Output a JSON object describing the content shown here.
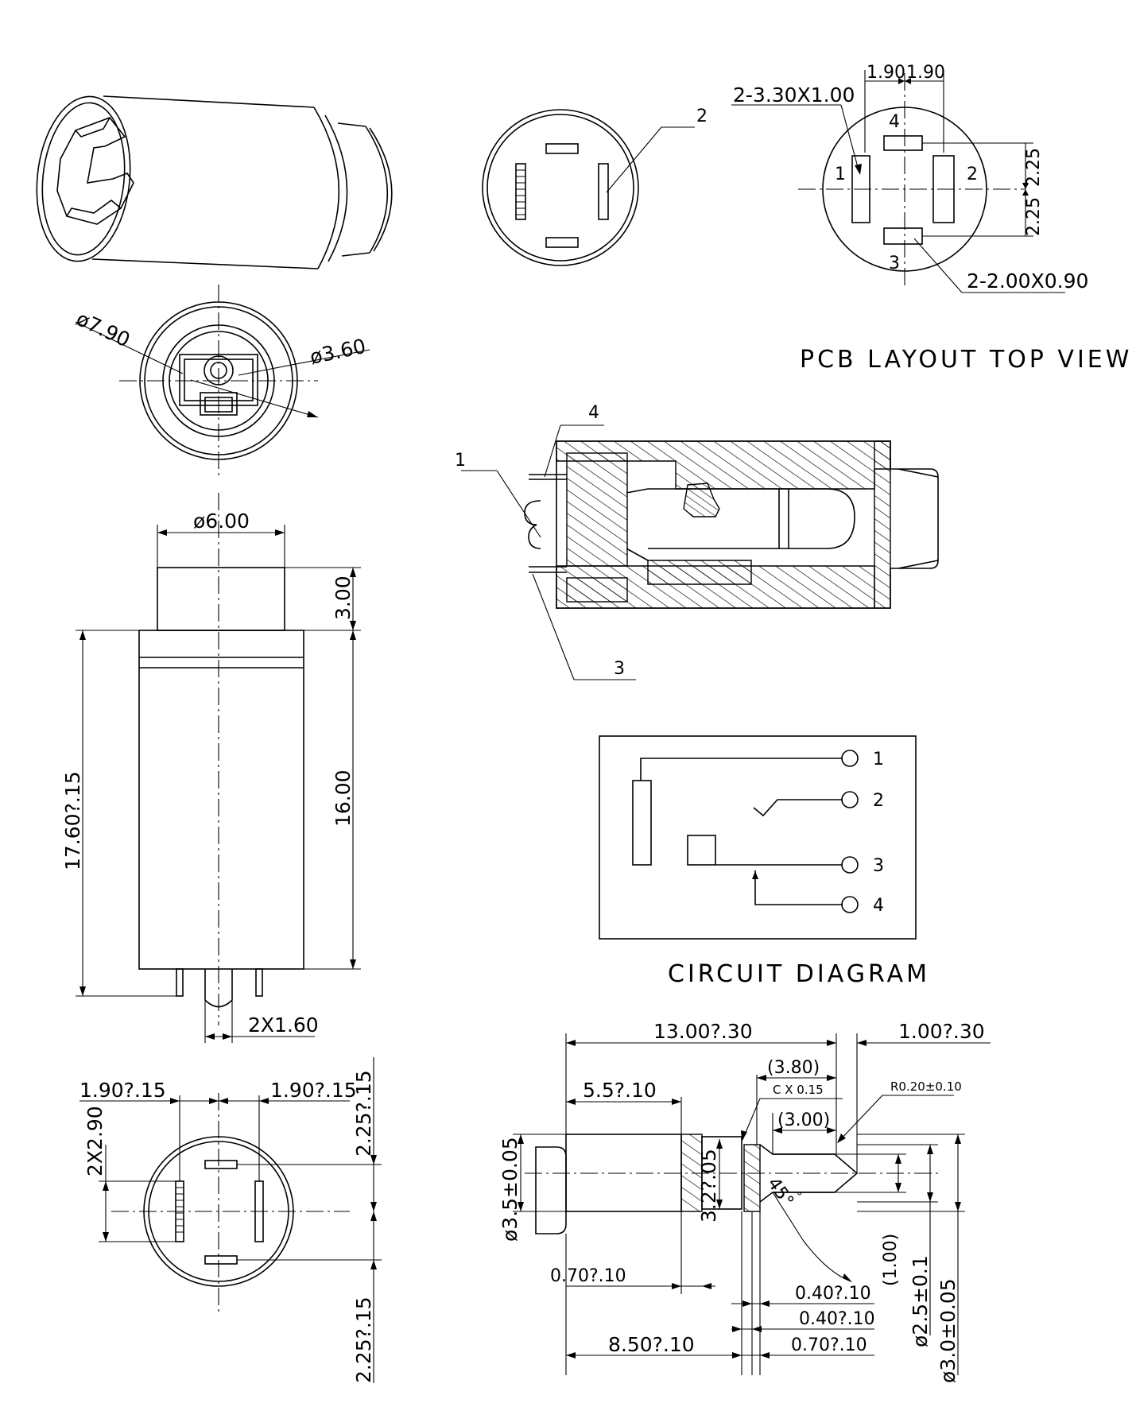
{
  "views": {
    "pcb_layout_title": "PCB LAYOUT TOP VIEW",
    "circuit_title": "CIRCUIT DIAGRAM"
  },
  "pcb_layout": {
    "top_dims": [
      "1.90",
      "1.90"
    ],
    "side_dims": [
      "2.25",
      "2.25"
    ],
    "pad_large": "2-3.30X1.00",
    "pad_small": "2-2.00X0.90",
    "pin_labels": [
      "1",
      "2",
      "3",
      "4"
    ]
  },
  "front_view": {
    "callout": "2"
  },
  "end_view": {
    "outer_dia": "ø7.90",
    "inner_dia": "ø3.60"
  },
  "side_view": {
    "head_dia": "ø6.00",
    "head_len": "3.00",
    "body_len": "16.00",
    "total_len": "17.60?.15",
    "pin_pitch": "2X1.60"
  },
  "bottom_view": {
    "dim_left": "1.90?.15",
    "dim_right": "1.90?.15",
    "dim_vert": "2X2.90",
    "dim_top": "2.25?.15",
    "dim_bottom": "2.25?.15"
  },
  "section_view": {
    "callouts": [
      "4",
      "1",
      "3"
    ]
  },
  "circuit": {
    "pins": [
      "1",
      "2",
      "3",
      "4"
    ]
  },
  "plug_view": {
    "len_total": "13.00?.30",
    "len_tip": "1.00?.30",
    "dim_380": "(3.80)",
    "dim_300": "(3.00)",
    "chamfer": "C X 0.15",
    "radius": "R0.20±0.10",
    "dim_55": "5.5?.10",
    "dia_35": "ø3.5±0.05",
    "dia_32": "3.2?.05",
    "dim_070a": "0.70?.10",
    "dim_040a": "0.40?.10",
    "dim_040b": "0.40?.10",
    "dim_850": "8.50?.10",
    "dim_070b": "0.70?.10",
    "dim_100": "(1.00)",
    "dia_25": "ø2.5±0.1",
    "dia_30": "ø3.0±0.05",
    "angle": "45°"
  }
}
